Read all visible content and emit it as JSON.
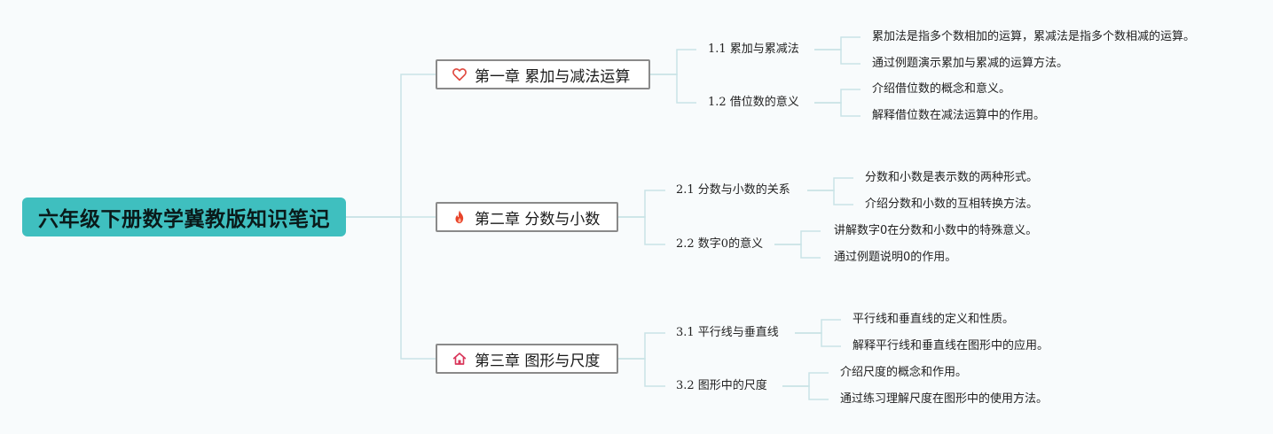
{
  "mindmap": {
    "root": "六年级下册数学冀教版知识笔记",
    "chapters": [
      {
        "icon": "heart-icon",
        "title": "第一章 累加与减法运算",
        "sections": [
          {
            "title": "1.1 累加与累减法",
            "points": [
              "累加法是指多个数相加的运算，累减法是指多个数相减的运算。",
              "通过例题演示累加与累减的运算方法。"
            ]
          },
          {
            "title": "1.2 借位数的意义",
            "points": [
              "介绍借位数的概念和意义。",
              "解释借位数在减法运算中的作用。"
            ]
          }
        ]
      },
      {
        "icon": "fire-icon",
        "title": "第二章 分数与小数",
        "sections": [
          {
            "title": "2.1 分数与小数的关系",
            "points": [
              "分数和小数是表示数的两种形式。",
              "介绍分数和小数的互相转换方法。"
            ]
          },
          {
            "title": "2.2 数字0的意义",
            "points": [
              "讲解数字0在分数和小数中的特殊意义。",
              "通过例题说明0的作用。"
            ]
          }
        ]
      },
      {
        "icon": "home-icon",
        "title": "第三章 图形与尺度",
        "sections": [
          {
            "title": "3.1 平行线与垂直线",
            "points": [
              "平行线和垂直线的定义和性质。",
              "解释平行线和垂直线在图形中的应用。"
            ]
          },
          {
            "title": "3.2 图形中的尺度",
            "points": [
              "介绍尺度的概念和作用。",
              "通过练习理解尺度在图形中的使用方法。"
            ]
          }
        ]
      }
    ]
  },
  "colors": {
    "root_bg": "#3fbfbf",
    "connector": "#c9e3e6",
    "chapter_border": "#8a8a8a",
    "heart": "#e0483e",
    "fire": "#e8432a",
    "home": "#d9365a"
  }
}
